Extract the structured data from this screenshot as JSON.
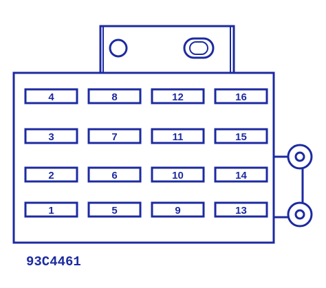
{
  "colors": {
    "ink": "#1c2aa0",
    "fuse_fill": "#ffffff",
    "background": "#ffffff"
  },
  "fuse_rows": [
    [
      "4",
      "8",
      "12",
      "16"
    ],
    [
      "3",
      "7",
      "11",
      "15"
    ],
    [
      "2",
      "6",
      "10",
      "14"
    ],
    [
      "1",
      "5",
      "9",
      "13"
    ]
  ],
  "diagram_code": "93C4461"
}
